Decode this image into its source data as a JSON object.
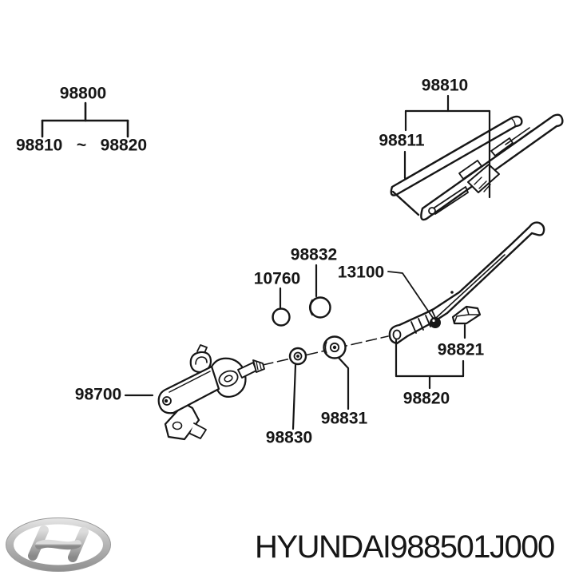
{
  "page": {
    "background": "#ffffff",
    "ink": "#161616"
  },
  "tree": {
    "parent": "98800",
    "range": "98810   ~   98820"
  },
  "callouts": {
    "blade_assembly": "98810",
    "blade_rubber": "98811",
    "cap": "98832",
    "hole_cover": "10760",
    "nut": "13100",
    "arm_head_cap": "98821",
    "arm_assembly": "98820",
    "grommet_outer": "98831",
    "grommet_inner": "98830",
    "wiper_motor": "98700"
  },
  "footer": {
    "brand": "HYUNDAI",
    "part_number": "988501J000",
    "logo_icon": "hyundai-logo"
  }
}
